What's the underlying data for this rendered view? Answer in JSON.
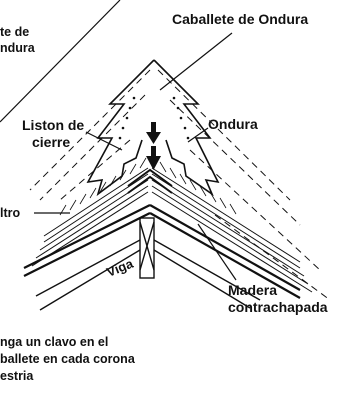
{
  "diagram": {
    "labels": {
      "top_left": [
        "te de",
        "ndura"
      ],
      "caballete": "Caballete de Ondura",
      "liston": [
        "Liston de",
        "cierre"
      ],
      "ondura": "Ondura",
      "fieltro": "ltro",
      "viga": "Viga",
      "madera": [
        "Madera",
        "contrachapada"
      ],
      "clavo": [
        "nga un clavo en el",
        "ballete en cada corona",
        "estria"
      ]
    },
    "colors": {
      "ink": "#111111",
      "background": "#ffffff"
    }
  }
}
